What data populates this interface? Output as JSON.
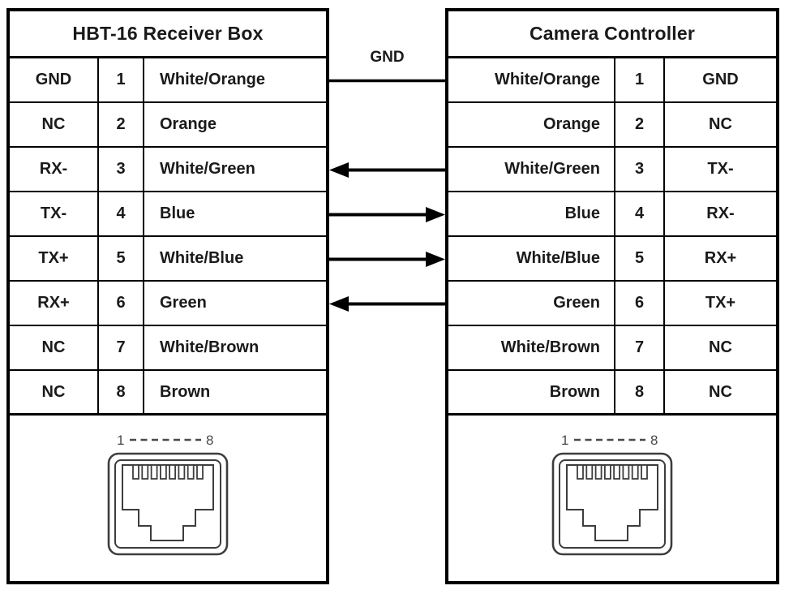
{
  "left_table": {
    "title": "HBT-16 Receiver Box",
    "columns": [
      "signal",
      "pin",
      "wire_color"
    ],
    "rows": [
      {
        "signal": "GND",
        "pin": "1",
        "color": "White/Orange"
      },
      {
        "signal": "NC",
        "pin": "2",
        "color": "Orange"
      },
      {
        "signal": "RX-",
        "pin": "3",
        "color": "White/Green"
      },
      {
        "signal": "TX-",
        "pin": "4",
        "color": "Blue"
      },
      {
        "signal": "TX+",
        "pin": "5",
        "color": "White/Blue"
      },
      {
        "signal": "RX+",
        "pin": "6",
        "color": "Green"
      },
      {
        "signal": "NC",
        "pin": "7",
        "color": "White/Brown"
      },
      {
        "signal": "NC",
        "pin": "8",
        "color": "Brown"
      }
    ],
    "connector": {
      "pin_first": "1",
      "pin_last": "8"
    }
  },
  "right_table": {
    "title": "Camera Controller",
    "columns": [
      "wire_color",
      "pin",
      "signal"
    ],
    "rows": [
      {
        "color": "White/Orange",
        "pin": "1",
        "signal": "GND"
      },
      {
        "color": "Orange",
        "pin": "2",
        "signal": "NC"
      },
      {
        "color": "White/Green",
        "pin": "3",
        "signal": "TX-"
      },
      {
        "color": "Blue",
        "pin": "4",
        "signal": "RX-"
      },
      {
        "color": "White/Blue",
        "pin": "5",
        "signal": "RX+"
      },
      {
        "color": "Green",
        "pin": "6",
        "signal": "TX+"
      },
      {
        "color": "White/Brown",
        "pin": "7",
        "signal": "NC"
      },
      {
        "color": "Brown",
        "pin": "8",
        "signal": "NC"
      }
    ],
    "connector": {
      "pin_first": "1",
      "pin_last": "8"
    }
  },
  "connections": {
    "gnd_label": "GND",
    "links": [
      {
        "row": 1,
        "style": "plain",
        "label": "GND"
      },
      {
        "row": 3,
        "style": "arrow",
        "direction": "to-left"
      },
      {
        "row": 4,
        "style": "arrow",
        "direction": "to-right"
      },
      {
        "row": 5,
        "style": "arrow",
        "direction": "to-right"
      },
      {
        "row": 6,
        "style": "arrow",
        "direction": "to-left"
      }
    ]
  },
  "colors": {
    "header_bg": "#a9a9a9",
    "table_border": "#000000",
    "text": "#1a1a1a",
    "connector_line": "#3d3d3d",
    "connector_label": "#4a4a4a"
  }
}
